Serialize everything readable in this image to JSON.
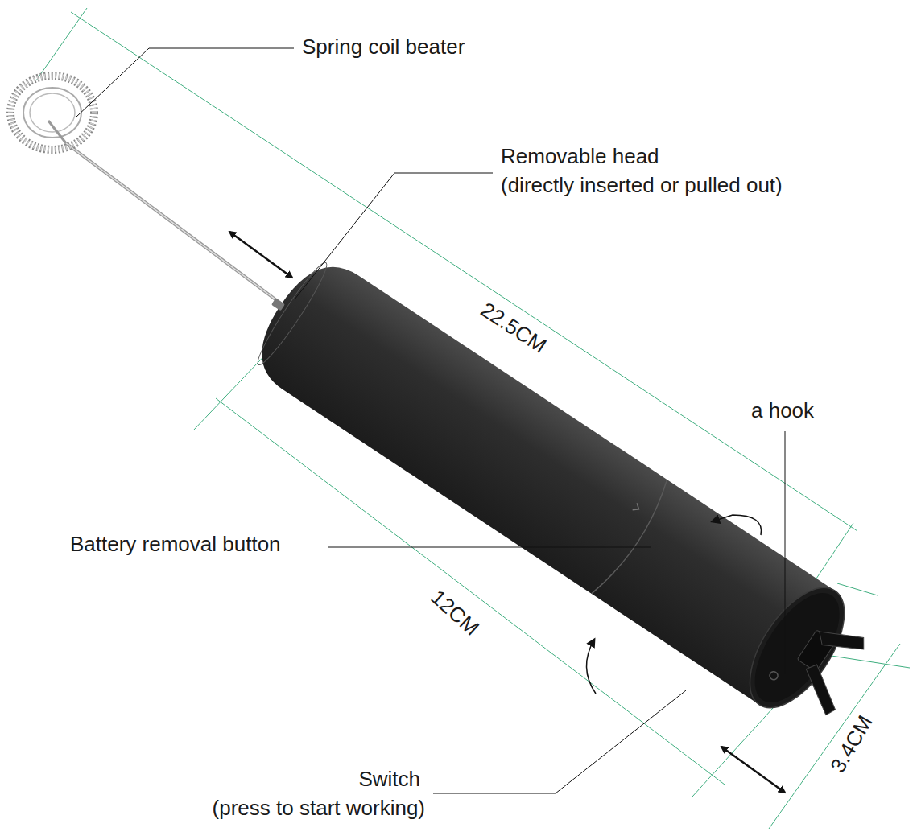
{
  "diagram": {
    "labels": [
      "Spring coil beater",
      "Removable head",
      "(directly inserted or pulled out)",
      "22.5CM",
      "a hook",
      "Battery removal button",
      "12CM",
      "Switch",
      "(press to start working)",
      "3.4CM"
    ]
  }
}
